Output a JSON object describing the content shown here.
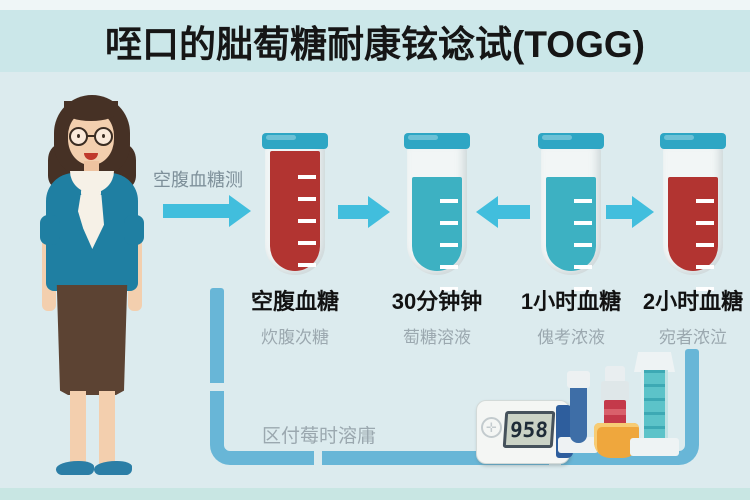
{
  "title": "咥口的胐萄糖耐康铉谂试(TOGG)",
  "flow": {
    "start_label": "空腹血糖测",
    "steps": [
      {
        "label": "空腹血糖",
        "sub": "炊腹次糖",
        "tube_content": "blood"
      },
      {
        "label": "30分钟钟",
        "sub": "萄糖溶液",
        "tube_content": "glucose-solution"
      },
      {
        "label": "1小时血糖",
        "sub": "傀考浓液",
        "tube_content": "glucose-solution"
      },
      {
        "label": "2小时血糖",
        "sub": "宛者浓泣",
        "tube_content": "blood"
      }
    ],
    "arrow_directions": [
      "right",
      "right",
      "left",
      "right"
    ]
  },
  "bottom": {
    "pipe_note": "区付莓时溶庸",
    "meter_reading": "958"
  },
  "colors": {
    "background": "#dcebee",
    "banner": "#cbe7e9",
    "arrow": "#41bedd",
    "pipe": "#68b6d7",
    "blood": "#b23431",
    "glucose": "#3db1c2",
    "meter_cap": "#2e5e9d",
    "bowl": "#efa73d"
  }
}
